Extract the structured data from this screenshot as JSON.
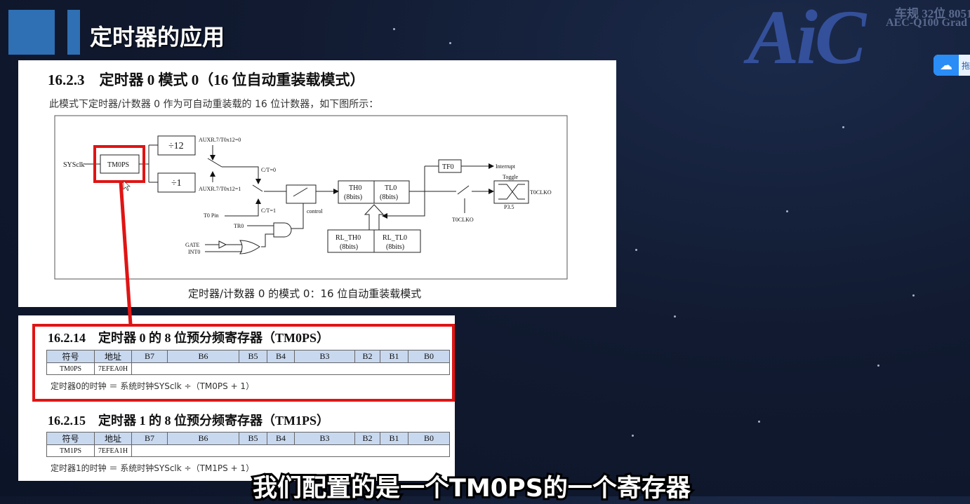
{
  "slide": {
    "title": "定时器的应用",
    "logo": "AiC",
    "brand_line1": "车规 32位 8051",
    "brand_line2": "AEC-Q100 Grad",
    "baidu_button_icon": "baidu-netdisk-icon",
    "baidu_button_text": "拖"
  },
  "section1": {
    "heading": "16.2.3　定时器 0 模式 0（16 位自动重装载模式）",
    "description": "此模式下定时器/计数器 0 作为可自动重装载的 16 位计数器，如下图所示：",
    "diagram": {
      "sysclk": "SYSclk",
      "tm0ps": "TM0PS",
      "div12": "÷12",
      "div1": "÷1",
      "auxr0": "AUXR.7/T0x12=0",
      "auxr1": "AUXR.7/T0x12=1",
      "ct0": "C/T=0",
      "ct1": "C/T=1",
      "t0pin": "T0 Pin",
      "control": "control",
      "tr0": "TR0",
      "gate": "GATE",
      "int0": "INT0",
      "th0": "TH0",
      "tl0": "TL0",
      "bits": "(8bits)",
      "rl_th0": "RL_TH0",
      "rl_tl0": "RL_TL0",
      "tf0": "TF0",
      "interrupt": "Interrupt",
      "toggle": "Toggle",
      "t0clko": "T0CLKO",
      "p35": "P3.5"
    },
    "caption": "定时器/计数器 0 的模式 0：16 位自动重装载模式"
  },
  "section2": {
    "heading": "16.2.14　定时器 0 的 8 位预分频寄存器（TM0PS）",
    "columns": [
      "符号",
      "地址",
      "B7",
      "B6",
      "B5",
      "B4",
      "B3",
      "B2",
      "B1",
      "B0"
    ],
    "row": [
      "TM0PS",
      "7EFEA0H"
    ],
    "formula": "定时器0的时钟 ＝ 系统时钟SYSclk ÷（TM0PS + 1）"
  },
  "section3": {
    "heading": "16.2.15　定时器 1 的 8 位预分频寄存器（TM1PS）",
    "columns": [
      "符号",
      "地址",
      "B7",
      "B6",
      "B5",
      "B4",
      "B3",
      "B2",
      "B1",
      "B0"
    ],
    "row": [
      "TM1PS",
      "7EFEA1H"
    ],
    "formula": "定时器1的时钟 ＝ 系统时钟SYSclk ÷（TM1PS + 1）"
  },
  "annotation_color": "#e01414",
  "subtitle": "我们配置的是一个TM0PS的一个寄存器"
}
